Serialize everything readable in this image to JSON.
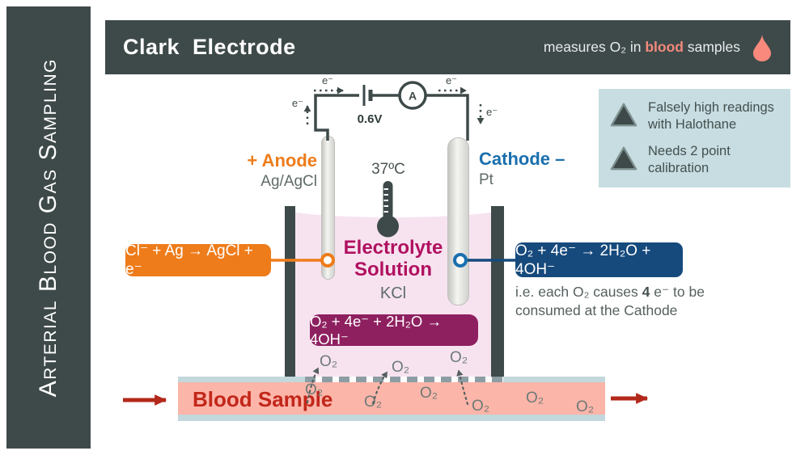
{
  "sidebar": {
    "title": "Arterial Blood Gas Sampling"
  },
  "header": {
    "title": "Clark  Electrode",
    "subtitle": {
      "pre": "measures O₂ in ",
      "highlight": "blood",
      "post": " samples"
    },
    "drop_icon": "blood-drop-icon"
  },
  "warnings": {
    "items": [
      {
        "icon": "warning-triangle-icon",
        "text": "Falsely high readings with Halothane"
      },
      {
        "icon": "warning-triangle-icon",
        "text": "Needs 2 point calibration"
      }
    ]
  },
  "circuit": {
    "voltage": "0.6V",
    "ammeter_label": "A",
    "electron_label": "e⁻"
  },
  "anode": {
    "label": "+ Anode",
    "material": "Ag/AgCl",
    "reaction": "Cl⁻ + Ag → AgCl + e⁻"
  },
  "cathode": {
    "label": "Cathode –",
    "material": "Pt",
    "reaction": "O₂ + 4e⁻ → 2H₂O + 4OH⁻"
  },
  "solution": {
    "temperature": "37ºC",
    "title_line1": "Electrolyte",
    "title_line2": "Solution",
    "salt": "KCl",
    "reaction": "O₂ + 4e⁻ + 2H₂O → 4OH⁻"
  },
  "note": {
    "pre": "i.e. each O₂ causes ",
    "bold": "4",
    "post": " e⁻ to be consumed at the Cathode"
  },
  "blood": {
    "label": "Blood Sample",
    "molecule": "O₂"
  },
  "colors": {
    "slate": "#3e4a49",
    "orange": "#ee7c1b",
    "blue_dark": "#164a7c",
    "blue": "#1a6fae",
    "purple": "#8e2060",
    "crimson": "#b01160",
    "solution_pink": "#f7e3f0",
    "blood_salmon": "#fcb5a9",
    "blood_red": "#c2271a",
    "band_blue": "#c2d8dc",
    "infobox_blue": "#c7dde2",
    "drop_salmon": "#f9897d"
  }
}
